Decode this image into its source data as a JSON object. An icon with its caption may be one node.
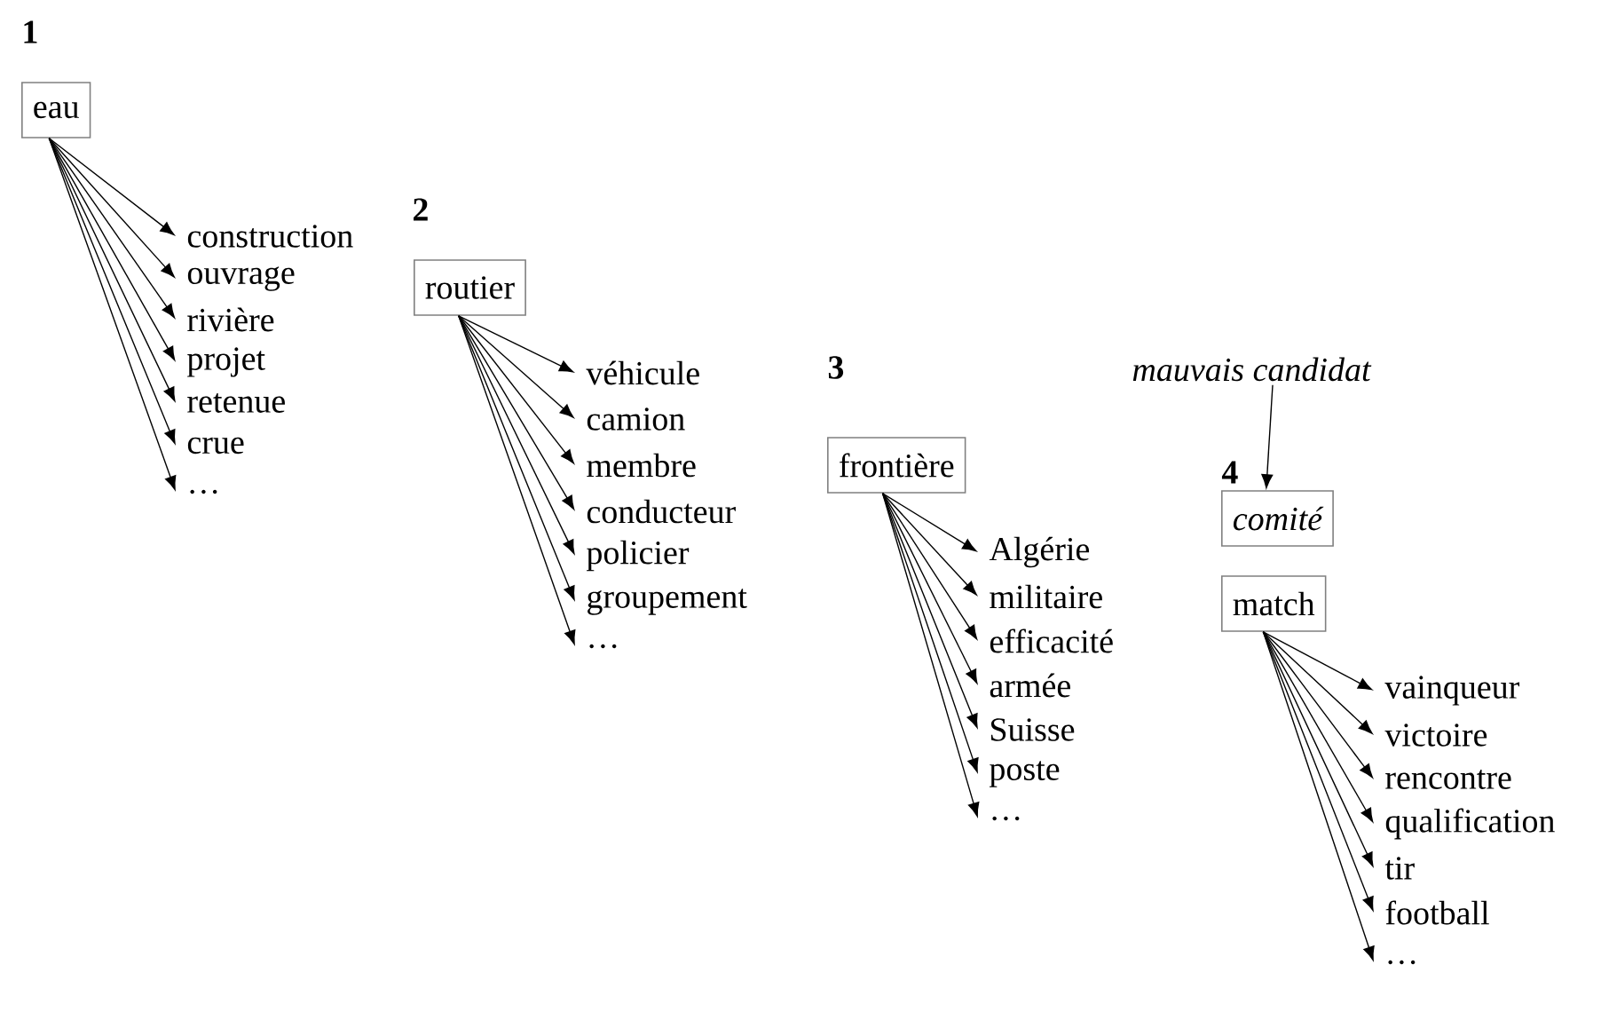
{
  "diagram": {
    "nodes": [
      {
        "text": [
          "eau"
        ]
      },
      {
        "text": [
          "construction"
        ]
      },
      {
        "text": [
          "ouvrage"
        ]
      },
      {
        "text": [
          "rivière"
        ]
      },
      {
        "text": [
          "projet"
        ]
      },
      {
        "text": [
          "retenue"
        ]
      },
      {
        "text": [
          "crue"
        ]
      },
      {
        "text": [
          "…"
        ]
      },
      {
        "text": [
          "routier"
        ]
      },
      {
        "text": [
          "véhicule"
        ]
      },
      {
        "text": [
          "camion"
        ]
      },
      {
        "text": [
          "membre"
        ]
      },
      {
        "text": [
          "conducteur"
        ]
      },
      {
        "text": [
          "policier"
        ]
      },
      {
        "text": [
          "groupement"
        ]
      },
      {
        "text": [
          "…"
        ]
      },
      {
        "text": [
          "frontière"
        ]
      },
      {
        "text": [
          "Algérie"
        ]
      },
      {
        "text": [
          "militaire"
        ]
      },
      {
        "text": [
          "efficacité"
        ]
      },
      {
        "text": [
          "armée"
        ]
      },
      {
        "text": [
          "Suisse"
        ]
      },
      {
        "text": [
          "poste"
        ]
      },
      {
        "text": [
          "…"
        ]
      },
      {
        "text": [
          "mauvais candidat"
        ]
      },
      {
        "text": [
          "comité"
        ]
      },
      {
        "text": [
          "match"
        ]
      },
      {
        "text": [
          "vainqueur"
        ]
      },
      {
        "text": [
          "victoire"
        ]
      },
      {
        "text": [
          "rencontre"
        ]
      },
      {
        "text": [
          "qualification"
        ]
      },
      {
        "text": [
          "tir"
        ]
      },
      {
        "text": [
          "football"
        ]
      },
      {
        "text": [
          "…"
        ]
      }
    ],
    "edges": [
      {
        "from": 0,
        "to": 1,
        "arrow": "to"
      },
      {
        "from": 0,
        "to": 2,
        "arrow": "to"
      },
      {
        "from": 0,
        "to": 3,
        "arrow": "to"
      },
      {
        "from": 0,
        "to": 4,
        "arrow": "to"
      },
      {
        "from": 0,
        "to": 5,
        "arrow": "to"
      },
      {
        "from": 0,
        "to": 6,
        "arrow": "to"
      },
      {
        "from": 0,
        "to": 7,
        "arrow": "to"
      },
      {
        "from": 8,
        "to": 9,
        "arrow": "to"
      },
      {
        "from": 8,
        "to": 10,
        "arrow": "to"
      },
      {
        "from": 8,
        "to": 11,
        "arrow": "to"
      },
      {
        "from": 8,
        "to": 12,
        "arrow": "to"
      },
      {
        "from": 8,
        "to": 13,
        "arrow": "to"
      },
      {
        "from": 8,
        "to": 14,
        "arrow": "to"
      },
      {
        "from": 8,
        "to": 15,
        "arrow": "to"
      },
      {
        "from": 16,
        "to": 17,
        "arrow": "to"
      },
      {
        "from": 16,
        "to": 18,
        "arrow": "to"
      },
      {
        "from": 16,
        "to": 19,
        "arrow": "to"
      },
      {
        "from": 16,
        "to": 20,
        "arrow": "to"
      },
      {
        "from": 16,
        "to": 21,
        "arrow": "to"
      },
      {
        "from": 16,
        "to": 22,
        "arrow": "to"
      },
      {
        "from": 16,
        "to": 23,
        "arrow": "to"
      },
      {
        "from": 24,
        "to": 25,
        "arrow": "to"
      },
      {
        "from": 26,
        "to": 27,
        "arrow": "to"
      },
      {
        "from": 26,
        "to": 28,
        "arrow": "to"
      },
      {
        "from": 26,
        "to": 29,
        "arrow": "to"
      },
      {
        "from": 26,
        "to": 30,
        "arrow": "to"
      },
      {
        "from": 26,
        "to": 31,
        "arrow": "to"
      },
      {
        "from": 26,
        "to": 32,
        "arrow": "to"
      },
      {
        "from": 26,
        "to": 33,
        "arrow": "to"
      }
    ],
    "labels": [
      "1",
      "2",
      "3",
      "4"
    ]
  }
}
